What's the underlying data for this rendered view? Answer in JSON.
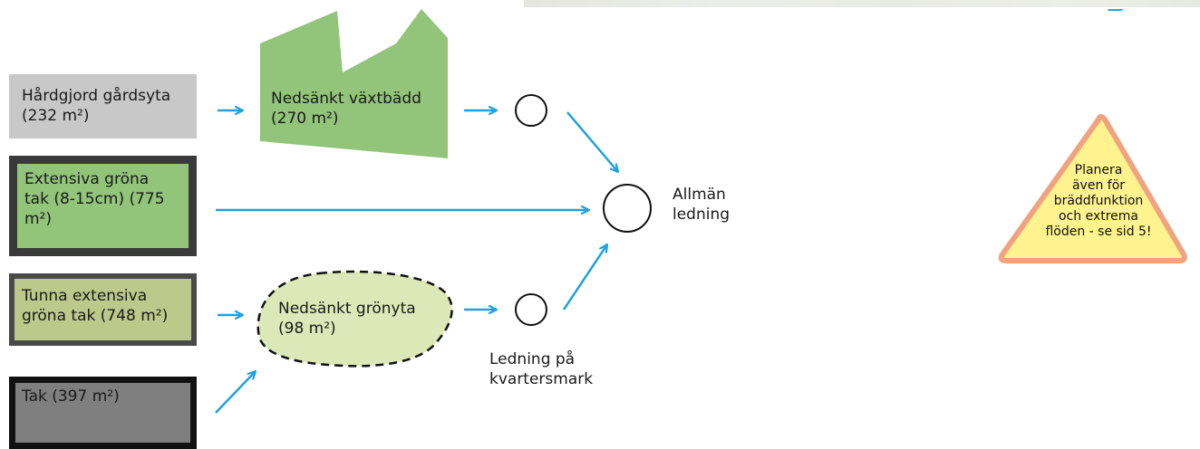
{
  "sources": {
    "hardgjord": {
      "line1": "Hårdgjord gårdsyta",
      "line2": "(232 m²)"
    },
    "extensiva": {
      "line1": "Extensiva gröna",
      "line2": "tak (8-15cm) (775",
      "line3": "m²)"
    },
    "tunna": {
      "line1": "Tunna extensiva",
      "line2": "gröna tak (748 m²)"
    },
    "tak": {
      "line1": "Tak (397 m²)"
    }
  },
  "facilities": {
    "vaxtbadd": {
      "line1": "Nedsänkt växtbädd",
      "line2": "(270 m²)"
    },
    "gronyta": {
      "line1": "Nedsänkt grönyta",
      "line2": "(98 m²)"
    }
  },
  "nodes": {
    "allman": {
      "line1": "Allmän",
      "line2": "ledning"
    },
    "kvarter": {
      "line1": "Ledning på",
      "line2": "kvartersmark"
    }
  },
  "warning": {
    "lines": [
      "Planera",
      "även för",
      "bräddfunktion",
      "och extrema",
      "flöden - se sid 5!"
    ]
  },
  "colors": {
    "arrow": "#1fa2dc",
    "vaxtbadd_fill": "#92c47a",
    "gronyta_fill": "#dde8b8",
    "warning_fill": "#fef38e",
    "warning_border": "#f0a37e"
  }
}
